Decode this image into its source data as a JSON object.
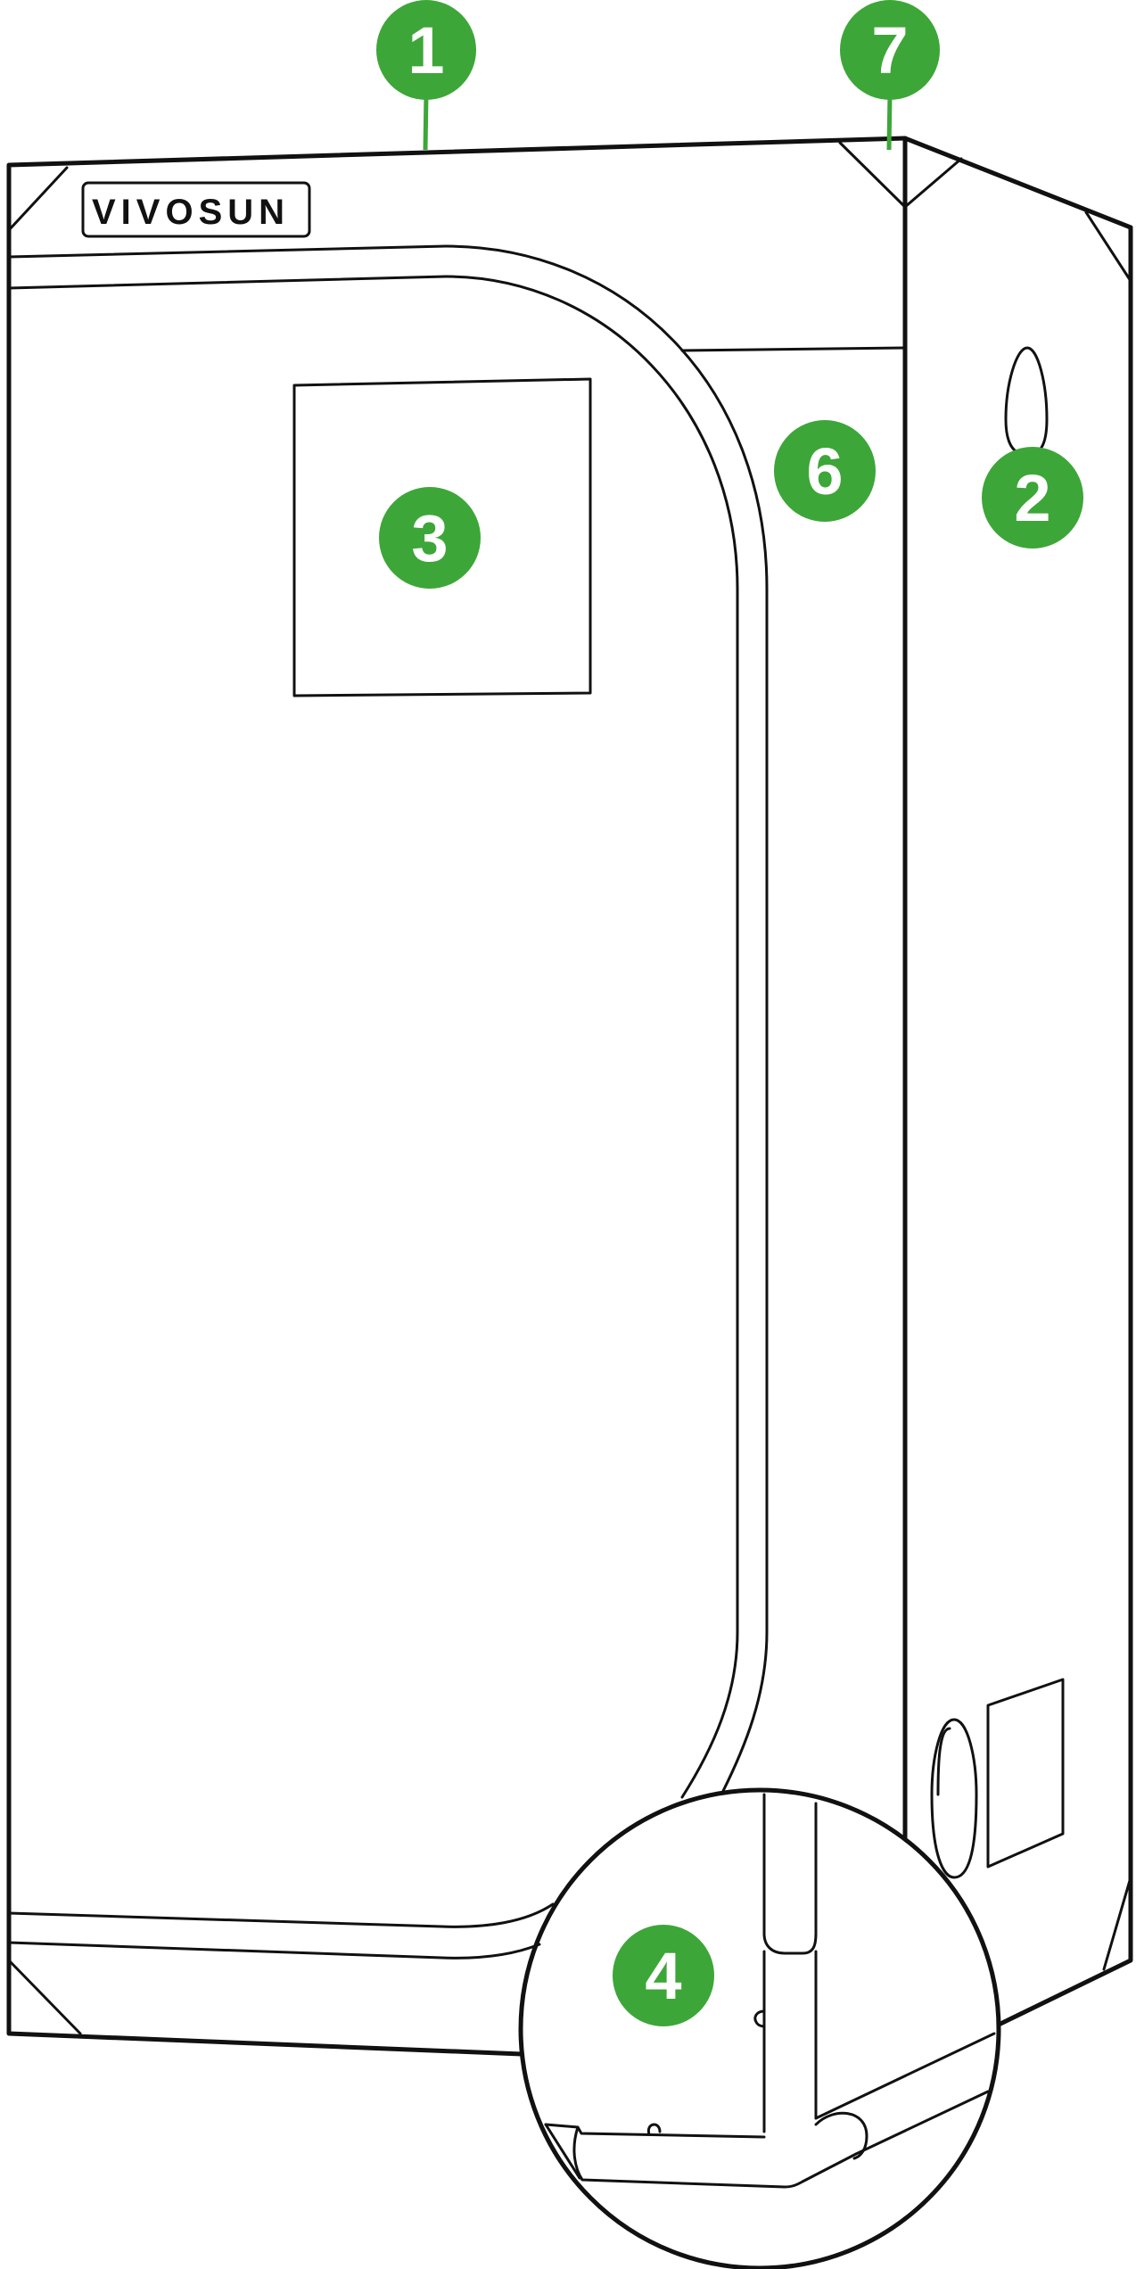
{
  "brand": {
    "logo_text": "VIVOSUN"
  },
  "colors": {
    "callout": "#3da638",
    "outline": "#111111",
    "background": "#ffffff"
  },
  "callouts": [
    {
      "id": "c1",
      "label": "1"
    },
    {
      "id": "c7",
      "label": "7"
    },
    {
      "id": "c6",
      "label": "6"
    },
    {
      "id": "c2",
      "label": "2"
    },
    {
      "id": "c3",
      "label": "3"
    },
    {
      "id": "c4",
      "label": "4"
    }
  ]
}
